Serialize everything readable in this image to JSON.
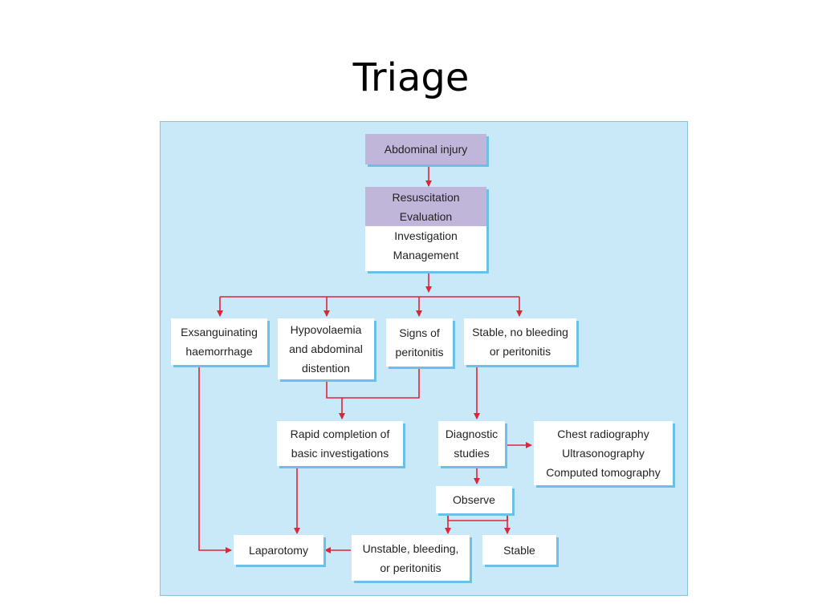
{
  "slide": {
    "title": "Triage"
  },
  "colors": {
    "panel": "#c9e8f8",
    "header_box": "#bfb6da",
    "box": "#ffffff",
    "arrow": "#e0243a",
    "shadow": "#6bc0e6"
  },
  "nodes": {
    "abdominal_injury": {
      "lines": [
        "Abdominal injury"
      ]
    },
    "resuscitation": {
      "top_lines": [
        "Resuscitation",
        "Evaluation"
      ],
      "bottom_lines": [
        "Investigation",
        "Management"
      ]
    },
    "exsanguinating": {
      "lines": [
        "Exsanguinating",
        "haemorrhage"
      ]
    },
    "hypovolaemia": {
      "lines": [
        "Hypovolaemia",
        "and abdominal",
        "distention"
      ]
    },
    "peritonitis": {
      "lines": [
        "Signs of",
        "peritonitis"
      ]
    },
    "stable_no_bleeding": {
      "lines": [
        "Stable, no bleeding",
        "or peritonitis"
      ]
    },
    "rapid_completion": {
      "lines": [
        "Rapid completion of",
        "basic investigations"
      ]
    },
    "diagnostic_studies": {
      "lines": [
        "Diagnostic",
        "studies"
      ]
    },
    "imaging": {
      "lines": [
        "Chest radiography",
        "Ultrasonography",
        "Computed tomography"
      ]
    },
    "observe": {
      "lines": [
        "Observe"
      ]
    },
    "laparotomy": {
      "lines": [
        "Laparotomy"
      ]
    },
    "unstable": {
      "lines": [
        "Unstable, bleeding,",
        "or peritonitis"
      ]
    },
    "stable": {
      "lines": [
        "Stable"
      ]
    }
  }
}
